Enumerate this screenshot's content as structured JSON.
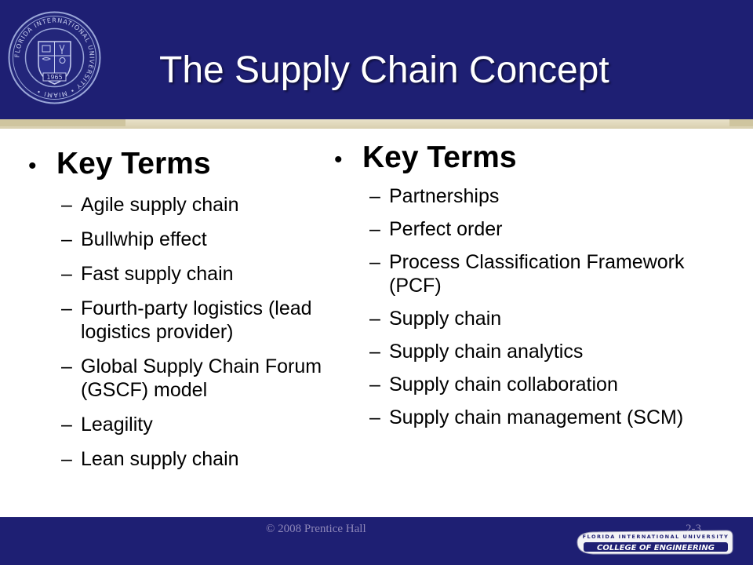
{
  "slide": {
    "title": "The Supply Chain Concept"
  },
  "left_column": {
    "heading": "Key Terms",
    "items": [
      "Agile supply chain",
      "Bullwhip effect",
      "Fast supply chain",
      "Fourth-party logistics (lead logistics provider)",
      "Global Supply Chain Forum (GSCF) model",
      "Leagility",
      "Lean supply chain"
    ]
  },
  "right_column": {
    "heading": "Key Terms",
    "items": [
      "Partnerships",
      "Perfect order",
      "Process Classification Framework (PCF)",
      "Supply chain",
      "Supply chain analytics",
      "Supply chain collaboration",
      "Supply chain management (SCM)"
    ]
  },
  "footer": {
    "copyright": "© 2008 Prentice Hall",
    "page_number": "2-3",
    "logo_top_text": "FLORIDA INTERNATIONAL UNIVERSITY",
    "logo_main_text": "COLLEGE OF ENGINEERING"
  },
  "seal": {
    "ring_text": "FLORIDA INTERNATIONAL UNIVERSITY • MIAMI •",
    "year": "1965"
  },
  "colors": {
    "header_blue": "#1e1f73",
    "stripe_tan": "#e4dcc0",
    "footer_text": "#8d86b8"
  }
}
